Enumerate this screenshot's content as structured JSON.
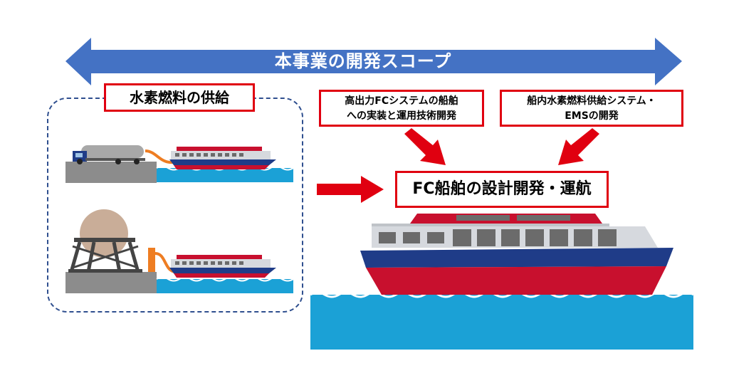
{
  "scope": {
    "label": "本事業の開発スコープ"
  },
  "supply": {
    "label": "水素燃料の供給"
  },
  "fc_system": {
    "line1": "高出力FCシステムの船舶",
    "line2": "への実装と運用技術開発"
  },
  "ems": {
    "line1": "船内水素燃料供給システム・",
    "line2": "EMSの開発"
  },
  "main": {
    "label": "FC船舶の設計開発・運航"
  },
  "colors": {
    "scope_arrow": "#4472c4",
    "box_border": "#e00010",
    "arrow_red": "#e00010",
    "water": "#1ba1d6",
    "ship_red": "#c8102e",
    "ship_blue": "#1f3c88",
    "ship_top": "#d6d9de",
    "window": "#6b6b6b",
    "pier": "#8c8c8c",
    "hose": "#ee7d22"
  },
  "icons": [
    "double-headed-scope-arrow",
    "tanker-truck-icon",
    "spherical-tank-icon",
    "ship-icon",
    "red-arrow-icon"
  ]
}
